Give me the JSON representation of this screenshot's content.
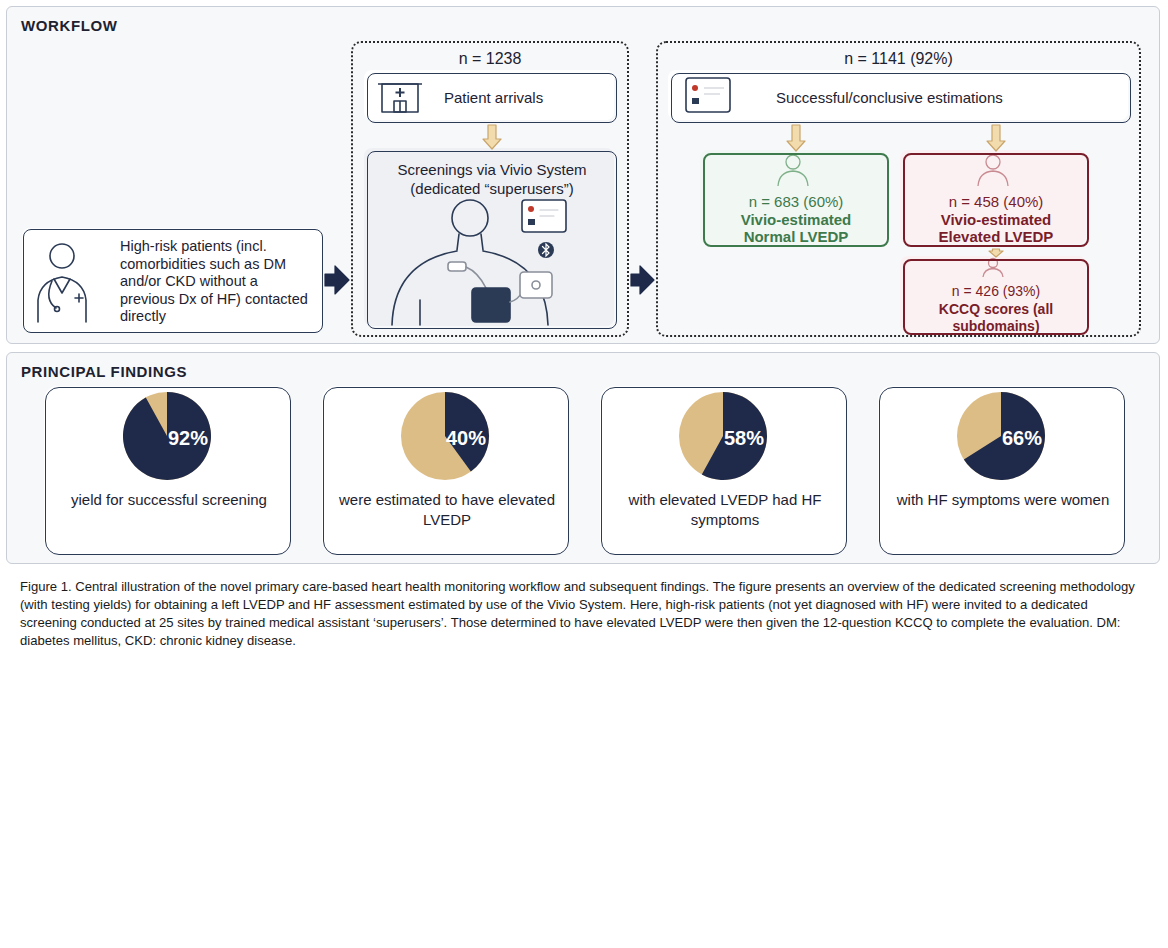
{
  "diagram": {
    "caption": "Figure 1. Central illustration of the novel primary care-based heart health monitoring workflow and subsequent findings. The figure presents an overview of the dedicated screening methodology (with testing yields) for obtaining a left LVEDP and HF assessment estimated by use of the Vivio System. Here, high-risk patients (not yet diagnosed with HF) were invited to a dedicated screening conducted at 25 sites by trained medical assistant ‘superusers’. Those determined to have elevated LVEDP were then given the 12-question KCCQ to complete the evaluation. DM: diabetes mellitus, CKD: chronic kidney disease.",
    "nodes": [
      {
        "text": [
          "WORKFLOW"
        ]
      },
      {
        "text": [
          "High-risk patients (incl. comorbidities such as DM and/or CKD without a previous Dx of HF) contacted directly"
        ],
        "in": 0
      },
      {
        "text": [
          "n = 1238"
        ],
        "in": 0
      },
      {
        "text": [
          "Patient arrivals"
        ],
        "in": 2
      },
      {
        "text": [
          "Screenings via Vivio System (dedicated “superusers”)"
        ],
        "in": 2
      },
      {
        "text": [
          "n = 1141 (92%)"
        ],
        "in": 0
      },
      {
        "text": [
          "Successful/conclusive estimations"
        ],
        "in": 5
      },
      {
        "text": [
          "n = 683 (60%)",
          "Vivio-estimated Normal LVEDP"
        ],
        "in": 5
      },
      {
        "text": [
          "n = 458 (40%)",
          "Vivio-estimated Elevated LVEDP"
        ],
        "in": 5
      },
      {
        "text": [
          "n = 426 (93%)",
          "KCCQ scores (all subdomains)"
        ],
        "in": 5
      },
      {
        "text": [
          "PRINCIPAL FINDINGS"
        ]
      },
      {
        "text": [
          "92%",
          "yield for successful screening"
        ],
        "in": 10
      },
      {
        "text": [
          "40%",
          "were estimated to have elevated LVEDP"
        ],
        "in": 10
      },
      {
        "text": [
          "58%",
          "with elevated LVEDP had HF symptoms"
        ],
        "in": 10
      },
      {
        "text": [
          "66%",
          "with HF symptoms were women"
        ],
        "in": 10
      }
    ],
    "edges": [
      {
        "from": 1,
        "to": 2,
        "arrow": "to"
      },
      {
        "from": 3,
        "to": 4,
        "arrow": "to"
      },
      {
        "from": 2,
        "to": 5,
        "arrow": "to"
      },
      {
        "from": 6,
        "to": 7,
        "arrow": "to"
      },
      {
        "from": 6,
        "to": 8,
        "arrow": "to"
      },
      {
        "from": 8,
        "to": 9,
        "arrow": "to"
      }
    ]
  }
}
